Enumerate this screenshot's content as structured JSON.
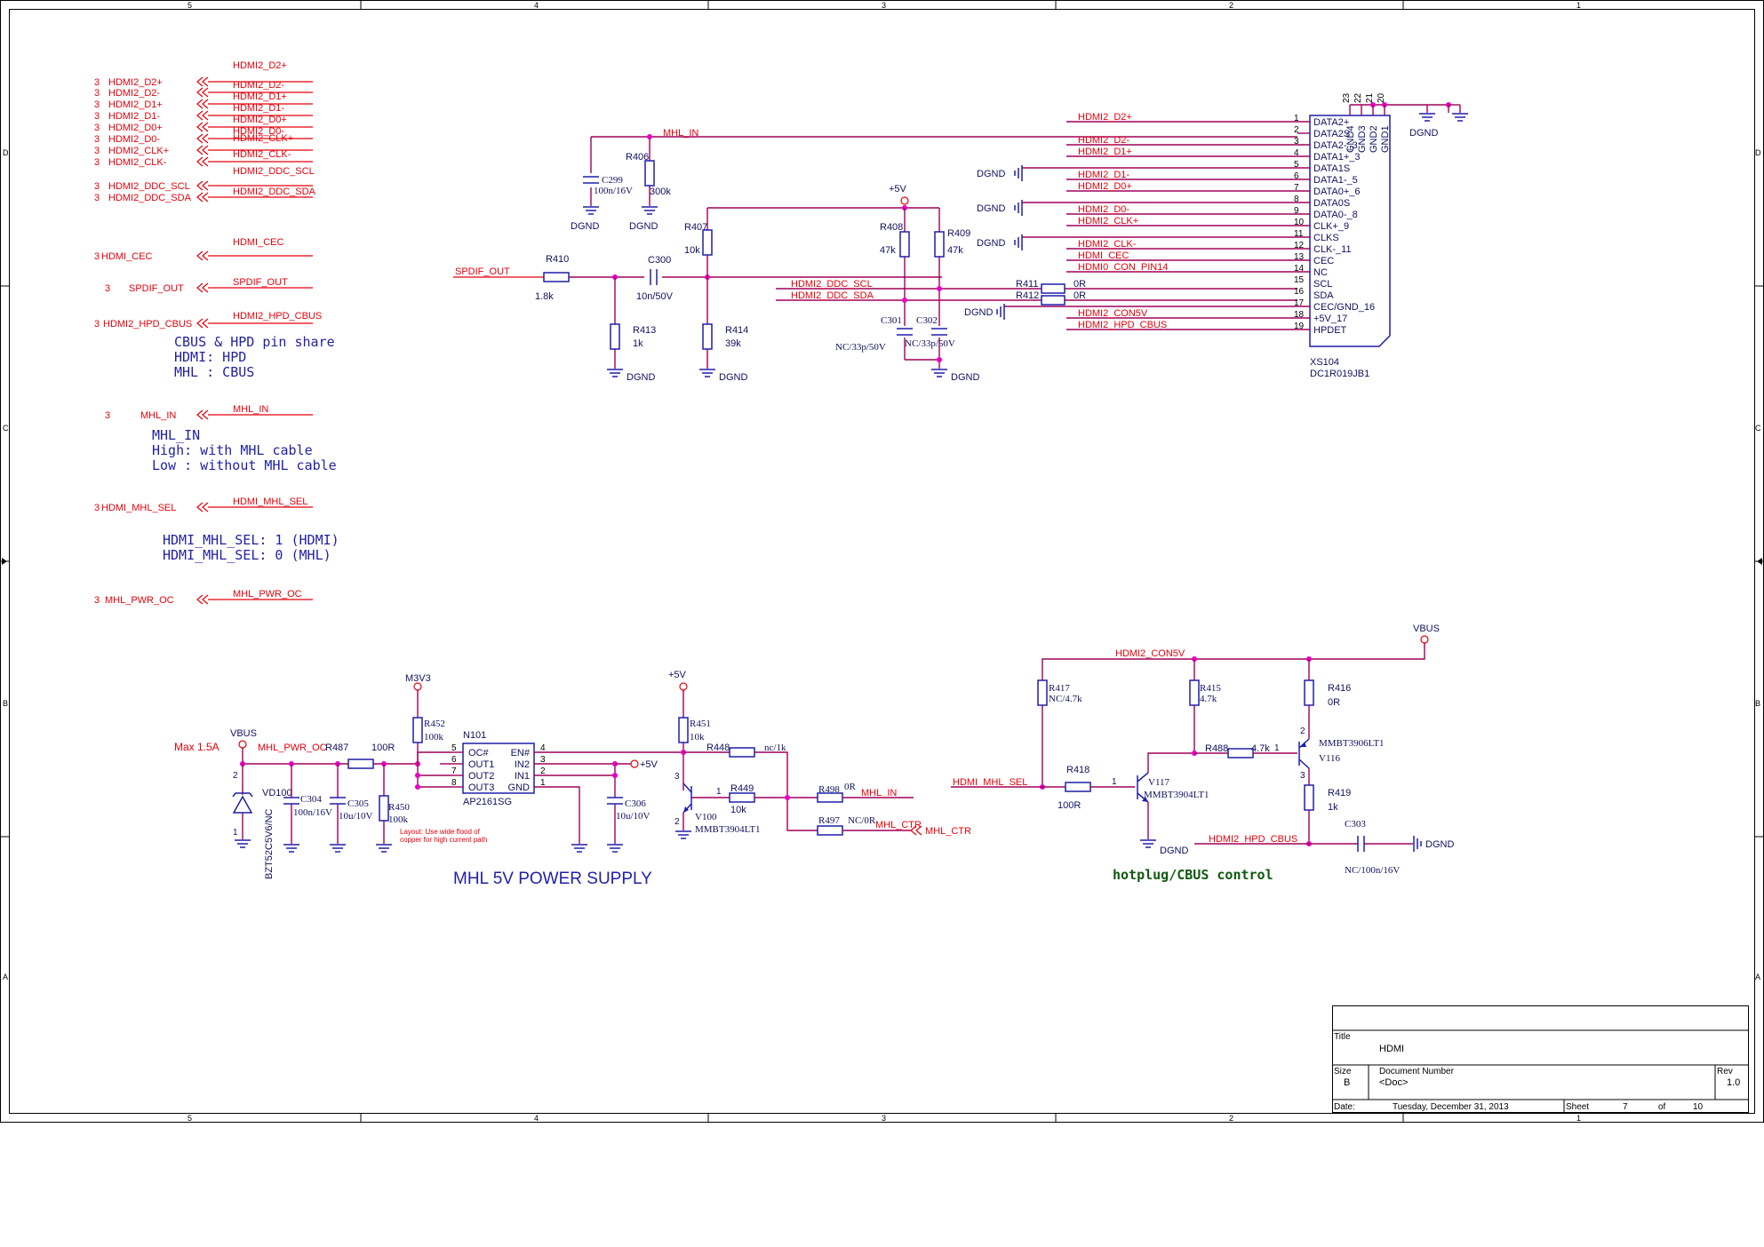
{
  "border": {
    "columns": [
      "5",
      "4",
      "3",
      "2",
      "1"
    ],
    "rows": [
      "D",
      "C",
      "B",
      "A"
    ]
  },
  "ports": [
    {
      "num": "3",
      "name": "HDMI2_D2+",
      "net": "HDMI2_D2+"
    },
    {
      "num": "3",
      "name": "HDMI2_D2-",
      "net": "HDMI2_D2-"
    },
    {
      "num": "3",
      "name": "HDMI2_D1+",
      "net": "HDMI2_D1+"
    },
    {
      "num": "3",
      "name": "HDMI2_D1-",
      "net": "HDMI2_D1-"
    },
    {
      "num": "3",
      "name": "HDMI2_D0+",
      "net": "HDMI2_D0+"
    },
    {
      "num": "3",
      "name": "HDMI2_D0-",
      "net": "HDMI2_D0-"
    },
    {
      "num": "3",
      "name": "HDMI2_CLK+",
      "net": "HDMI2_CLK+"
    },
    {
      "num": "3",
      "name": "HDMI2_CLK-",
      "net": "HDMI2_CLK-"
    },
    {
      "num": "3",
      "name": "HDMI2_DDC_SCL",
      "net": "HDMI2_DDC_SCL"
    },
    {
      "num": "3",
      "name": "HDMI2_DDC_SDA",
      "net": "HDMI2_DDC_SDA"
    },
    {
      "num": "3",
      "name": "HDMI_CEC",
      "net": "HDMI_CEC"
    },
    {
      "num": "3",
      "name": "SPDIF_OUT",
      "net": "SPDIF_OUT"
    },
    {
      "num": "3",
      "name": "HDMI2_HPD_CBUS",
      "net": "HDMI2_HPD_CBUS"
    },
    {
      "num": "3",
      "name": "MHL_IN",
      "net": "MHL_IN"
    },
    {
      "num": "3",
      "name": "HDMI_MHL_SEL",
      "net": "HDMI_MHL_SEL"
    },
    {
      "num": "3",
      "name": "MHL_PWR_OC",
      "net": "MHL_PWR_OC"
    }
  ],
  "notes": {
    "cbus_hpd": [
      "CBUS & HPD pin share",
      "HDMI: HPD",
      "MHL : CBUS"
    ],
    "mhl_in": [
      "MHL_IN",
      "High: with MHL cable",
      "Low : without MHL cable"
    ],
    "mhl_sel": [
      "HDMI_MHL_SEL: 1 (HDMI)",
      "HDMI_MHL_SEL: 0 (MHL)"
    ]
  },
  "top_circuit": {
    "mhl_in_net": "MHL_IN",
    "c299": {
      "ref": "C299",
      "value": "100n/16V"
    },
    "r406": {
      "ref": "R406",
      "value": "300k"
    },
    "spdif_net": "SPDIF_OUT",
    "r410": {
      "ref": "R410",
      "value": "1.8k"
    },
    "c300": {
      "ref": "C300",
      "value": "10n/50V"
    },
    "r413": {
      "ref": "R413",
      "value": "1k"
    },
    "r407": {
      "ref": "R407",
      "value": "10k"
    },
    "r414": {
      "ref": "R414",
      "value": "39k"
    },
    "plus5v": "+5V",
    "r408": {
      "ref": "R408",
      "value": "47k"
    },
    "r409": {
      "ref": "R409",
      "value": "47k"
    },
    "c301": {
      "ref": "C301",
      "value": "NC/33p/50V"
    },
    "c302": {
      "ref": "C302",
      "value": "NC/33p/50V"
    },
    "scl_net": "HDMI2_DDC_SCL",
    "sda_net": "HDMI2_DDC_SDA",
    "r411": {
      "ref": "R411",
      "value": "0R"
    },
    "r412": {
      "ref": "R412",
      "value": "0R"
    },
    "dgnd": "DGND"
  },
  "connector": {
    "ref": "XS104",
    "part": "DC1R019JB1",
    "nets": [
      "HDMI2_D2+",
      "",
      "HDMI2_D2-",
      "HDMI2_D1+",
      "",
      "HDMI2_D1-",
      "HDMI2_D0+",
      "",
      "HDMI2_D0-",
      "HDMI2_CLK+",
      "",
      "HDMI2_CLK-",
      "HDMI_CEC",
      "HDMI0_CON_PIN14",
      "",
      "",
      "",
      "HDMI2_CON5V",
      "HDMI2_HPD_CBUS"
    ],
    "pins": [
      "1",
      "2",
      "3",
      "4",
      "5",
      "6",
      "7",
      "8",
      "9",
      "10",
      "11",
      "12",
      "13",
      "14",
      "15",
      "16",
      "17",
      "18",
      "19"
    ],
    "pin_names": [
      "DATA2+",
      "DATA2S",
      "DATA2-_3",
      "DATA1+_3",
      "DATA1S",
      "DATA1-_5",
      "DATA0+_6",
      "DATA0S",
      "DATA0-_8",
      "CLK+_9",
      "CLKS",
      "CLK-_11",
      "CEC",
      "NC",
      "SCL",
      "SDA",
      "CEC/GND_16",
      "+5V_17",
      "HPDET"
    ],
    "gnd_pins": [
      "23",
      "22",
      "21",
      "20"
    ],
    "gnd_names": [
      "GND4",
      "GND3",
      "GND2",
      "GND1"
    ]
  },
  "power": {
    "title": "MHL 5V POWER SUPPLY",
    "max_current": "Max 1.5A",
    "vbus": "VBUS",
    "pwr_net": "MHL_PWR_OC",
    "m3v3": "M3V3",
    "plus5v": "+5V",
    "r487": {
      "ref": "R487",
      "value": "100R"
    },
    "r452": {
      "ref": "R452",
      "value": "100k"
    },
    "r450": {
      "ref": "R450",
      "value": "100k"
    },
    "c304": {
      "ref": "C304",
      "value": "100n/16V"
    },
    "c305": {
      "ref": "C305",
      "value": "10u/10V"
    },
    "c306": {
      "ref": "C306",
      "value": "10u/10V"
    },
    "vd100": {
      "ref": "VD100",
      "value": "BZT52C5V6/NC"
    },
    "ic": {
      "ref": "N101",
      "part": "AP2161SG",
      "left": [
        "OC#",
        "OUT1",
        "OUT2",
        "OUT3"
      ],
      "right": [
        "EN#",
        "IN2",
        "IN1",
        "GND"
      ],
      "lpins": [
        "5",
        "6",
        "7",
        "8"
      ],
      "rpins": [
        "4",
        "3",
        "2",
        "1"
      ]
    },
    "layout_note": [
      "Layout: Use wide flood of",
      "copper for high current path"
    ],
    "r451": {
      "ref": "R451",
      "value": "10k"
    },
    "r448": {
      "ref": "R448",
      "value": "nc/1k"
    },
    "r449": {
      "ref": "R449",
      "value": "10k"
    },
    "r498": {
      "ref": "R498",
      "value": "0R"
    },
    "r497": {
      "ref": "R497",
      "value": "NC/0R"
    },
    "v100": {
      "ref": "V100",
      "value": "MMBT3904LT1"
    },
    "mhl_in_net": "MHL_IN",
    "mhl_ctr_net": "MHL_CTR"
  },
  "hotplug": {
    "title": "hotplug/CBUS control",
    "vbus": "VBUS",
    "con5v": "HDMI2_CON5V",
    "sel_net": "HDMI_MHL_SEL",
    "hpd_net": "HDMI2_HPD_CBUS",
    "r417": {
      "ref": "R417",
      "value": "NC/4.7k"
    },
    "r415": {
      "ref": "R415",
      "value": "4.7k"
    },
    "r416": {
      "ref": "R416",
      "value": "0R"
    },
    "r418": {
      "ref": "R418",
      "value": "100R"
    },
    "r488": {
      "ref": "R488",
      "value": "4.7k"
    },
    "r419": {
      "ref": "R419",
      "value": "1k"
    },
    "v117": {
      "ref": "V117",
      "value": "MMBT3904LT1"
    },
    "v116": {
      "ref": "V116",
      "value": "MMBT3906LT1"
    },
    "c303": {
      "ref": "C303",
      "value": "NC/100n/16V"
    },
    "dgnd": "DGND"
  },
  "title_block": {
    "title_label": "Title",
    "title": "HDMI",
    "size_label": "Size",
    "size": "B",
    "docnum_label": "Document Number",
    "docnum": "<Doc>",
    "rev_label": "Rev",
    "rev": "1.0",
    "date_label": "Date:",
    "date": "Tuesday, December 31, 2013",
    "sheet_label": "Sheet",
    "sheet": "7",
    "of_label": "of",
    "total": "10"
  }
}
